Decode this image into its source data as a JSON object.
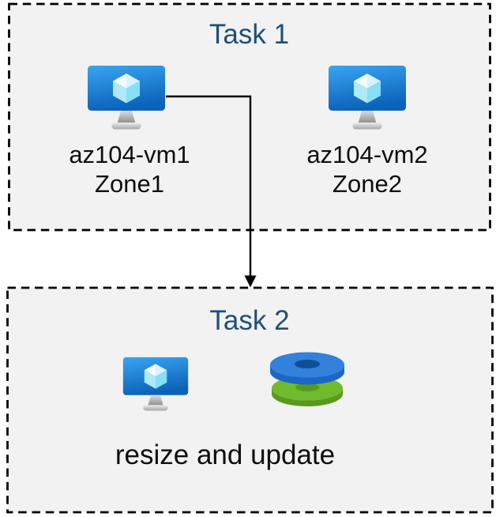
{
  "task1": {
    "title": "Task 1",
    "vms": [
      {
        "name": "az104-vm1",
        "zone": "Zone1"
      },
      {
        "name": "az104-vm2",
        "zone": "Zone2"
      }
    ]
  },
  "task2": {
    "title": "Task 2",
    "caption": "resize and update"
  },
  "icons": {
    "vm": "azure-virtual-machine-icon",
    "disks": "azure-managed-disks-icon",
    "arrow": "elbow-down-arrow-connector"
  },
  "colors": {
    "title_text": "#1f4e79",
    "label_text": "#0e0e0e",
    "box_fill": "#f2f2f2",
    "box_border": "#000000",
    "vm_screen_gradient_top": "#3aa5f1",
    "vm_screen_gradient_bottom": "#0c62ba",
    "vm_cube_faces": [
      "#f2fcfe",
      "#d7f3fc",
      "#b0e9f9",
      "#85dff7"
    ],
    "disk_blue_top": "#3282dc",
    "disk_blue_side": "#1b67c5",
    "disk_blue_hole": "#0f5094",
    "disk_green_top": "#70ba2d",
    "disk_green_side": "#579a1d"
  }
}
